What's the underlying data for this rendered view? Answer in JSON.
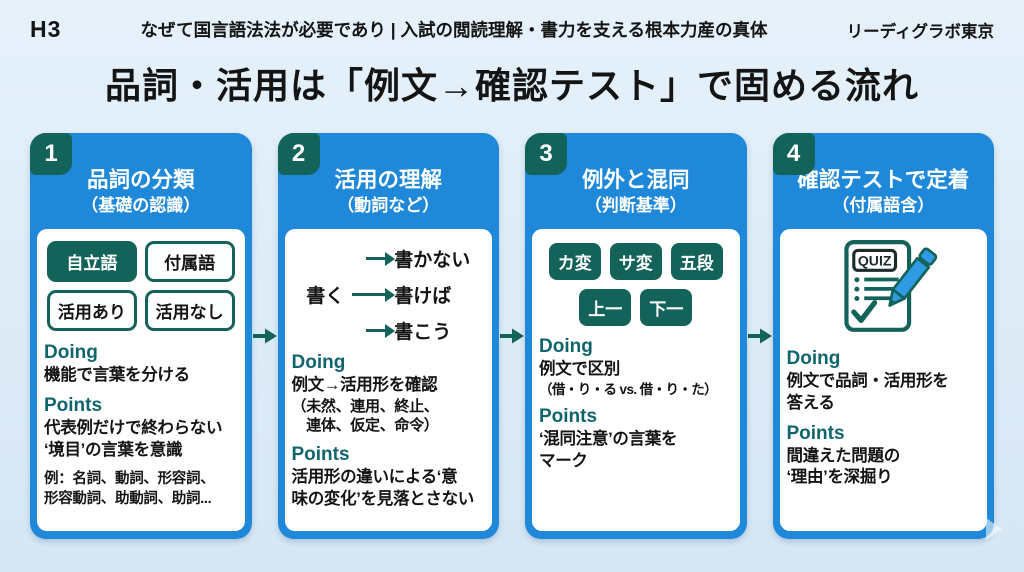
{
  "header": {
    "logo": "H3",
    "title": "なぜて国言語法法が必要であり | 入試の閲読理解・書力を支える根本力産の真体",
    "brand": "リーディグラボ東京"
  },
  "main_title": "品詞・活用は「例文→確認テスト」で固める流れ",
  "colors": {
    "card_blue": "#1f88d9",
    "dark_teal": "#14635b",
    "label_teal": "#10656c",
    "pen_blue": "#2f9be3",
    "background": "#dce9f5"
  },
  "steps": [
    {
      "number": "1",
      "title": "品詞の分類",
      "subtitle": "（基礎の認識）",
      "chips": [
        "自立語",
        "付属語",
        "活用あり",
        "活用なし"
      ],
      "doing_label": "Doing",
      "doing": "機能で言葉を分ける",
      "points_label": "Points",
      "points": "代表例だけで終わらない\n‘境目’の言葉を意識",
      "example": "例：名詞、動詞、形容詞、\n形容動詞、助動詞、助詞..."
    },
    {
      "number": "2",
      "title": "活用の理解",
      "subtitle": "（動詞など）",
      "conj_base": "書く",
      "conj_forms": [
        "書かない",
        "書けば",
        "書こう"
      ],
      "doing_label": "Doing",
      "doing": "例文→活用形を確認",
      "doing_note": "（未然、連用、終止、\n　連体、仮定、命令）",
      "points_label": "Points",
      "points": "活用形の違いによる‘意\n味の変化’を見落とさない"
    },
    {
      "number": "3",
      "title": "例外と混同",
      "subtitle": "（判断基準）",
      "chips": [
        "カ変",
        "サ変",
        "五段",
        "上一",
        "下一"
      ],
      "doing_label": "Doing",
      "doing": "例文で区別",
      "doing_note": "（借・り・る vs. 借・り・た）",
      "points_label": "Points",
      "points": "‘混同注意’の言葉を\nマーク"
    },
    {
      "number": "4",
      "title": "確認テストで定着",
      "subtitle": "（付属語含）",
      "quiz_label": "QUIZ",
      "doing_label": "Doing",
      "doing": "例文で品詞・活用形を\n答える",
      "points_label": "Points",
      "points": "間違えた問題の\n‘理由’を深掘り"
    }
  ]
}
